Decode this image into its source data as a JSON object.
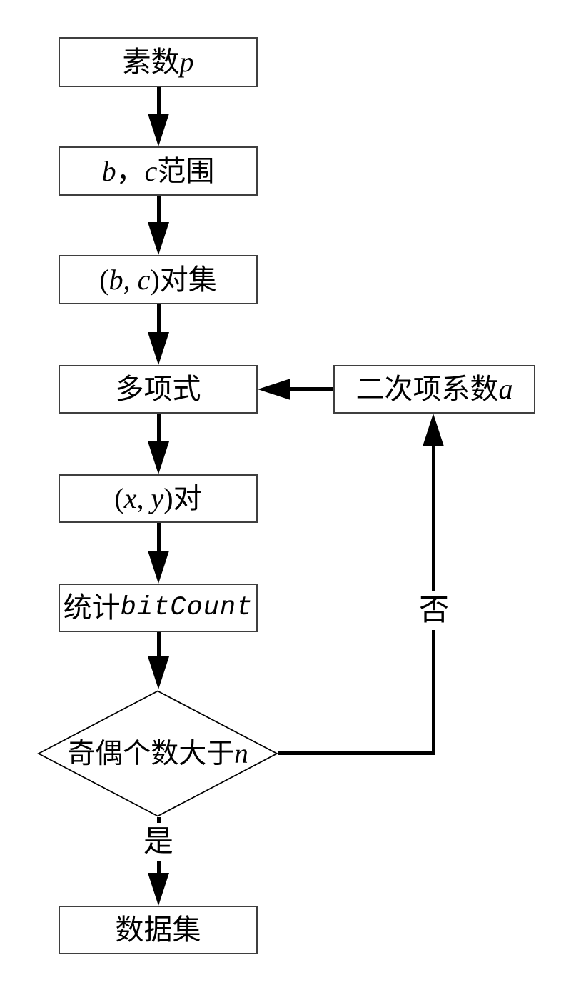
{
  "diagram": {
    "type": "flowchart",
    "background": "#ffffff",
    "line_color": "#000000",
    "box_border_color": "#3f3f3f",
    "nodes": {
      "prime_p": {
        "seg1": "素数",
        "seg2": "p"
      },
      "bc_range": {
        "seg1": "b",
        "seg2": "，",
        "seg3": "c",
        "seg4": "范围"
      },
      "bc_pair_set": {
        "seg1": "(",
        "seg2": "b",
        "seg3": ", ",
        "seg4": "c",
        "seg5": ")对集"
      },
      "polynomial": {
        "seg1": "多项式"
      },
      "coefficient_a": {
        "seg1": "二次项系数",
        "seg2": "a"
      },
      "xy_pair": {
        "seg1": "(",
        "seg2": "x",
        "seg3": ", ",
        "seg4": "y",
        "seg5": ")对"
      },
      "bitcount": {
        "seg1": "统计",
        "seg2": "bitCount"
      },
      "decision": {
        "seg1": "奇偶个数大于",
        "seg2": "n"
      },
      "dataset": {
        "seg1": "数据集"
      }
    },
    "branch_labels": {
      "yes": "是",
      "no": "否"
    },
    "edges": [
      "prime_p -> bc_range",
      "bc_range -> bc_pair_set",
      "bc_pair_set -> polynomial",
      "coefficient_a -> polynomial",
      "polynomial -> xy_pair",
      "xy_pair -> bitcount",
      "bitcount -> decision",
      "decision -(否)-> coefficient_a",
      "decision -(是)-> dataset"
    ]
  }
}
